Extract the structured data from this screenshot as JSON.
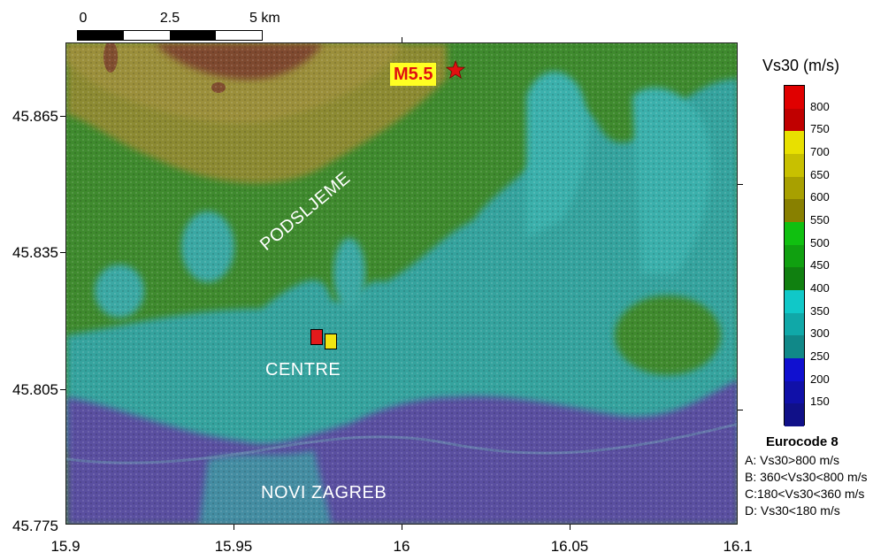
{
  "scale_bar": {
    "labels": [
      "0",
      "2.5",
      "5 km"
    ]
  },
  "axes": {
    "y_ticks": [
      "45.865",
      "45.835",
      "45.805",
      "45.775"
    ],
    "x_ticks": [
      "15.9",
      "15.95",
      "16",
      "16.05",
      "16.1"
    ]
  },
  "places": {
    "podsljeme": "PODSLJEME",
    "centre": "CENTRE",
    "novi_zagreb": "NOVI ZAGREB"
  },
  "epicenter": {
    "magnitude_label": "M5.5"
  },
  "stations": [
    {
      "color": "#e31a1c"
    },
    {
      "color": "#f2e511"
    }
  ],
  "legend": {
    "title": "Vs30 (m/s)",
    "bins": [
      {
        "label": "800",
        "color": "#e00000"
      },
      {
        "label": "750",
        "color": "#c00000"
      },
      {
        "label": "700",
        "color": "#e8e000"
      },
      {
        "label": "650",
        "color": "#c8c000"
      },
      {
        "label": "600",
        "color": "#a8a000"
      },
      {
        "label": "550",
        "color": "#888000"
      },
      {
        "label": "500",
        "color": "#10c010"
      },
      {
        "label": "450",
        "color": "#10a010"
      },
      {
        "label": "400",
        "color": "#108010"
      },
      {
        "label": "350",
        "color": "#10c8c8"
      },
      {
        "label": "300",
        "color": "#10a8a8"
      },
      {
        "label": "250",
        "color": "#108888"
      },
      {
        "label": "200",
        "color": "#1010d0"
      },
      {
        "label": "150",
        "color": "#1010a8"
      },
      {
        "label": "",
        "color": "#101088"
      }
    ]
  },
  "eurocode": {
    "title": "Eurocode 8",
    "classes": [
      "A: Vs30>800 m/s",
      "B: 360<Vs30<800 m/s",
      "C:180<Vs30<360 m/s",
      "D: Vs30<180 m/s"
    ]
  }
}
